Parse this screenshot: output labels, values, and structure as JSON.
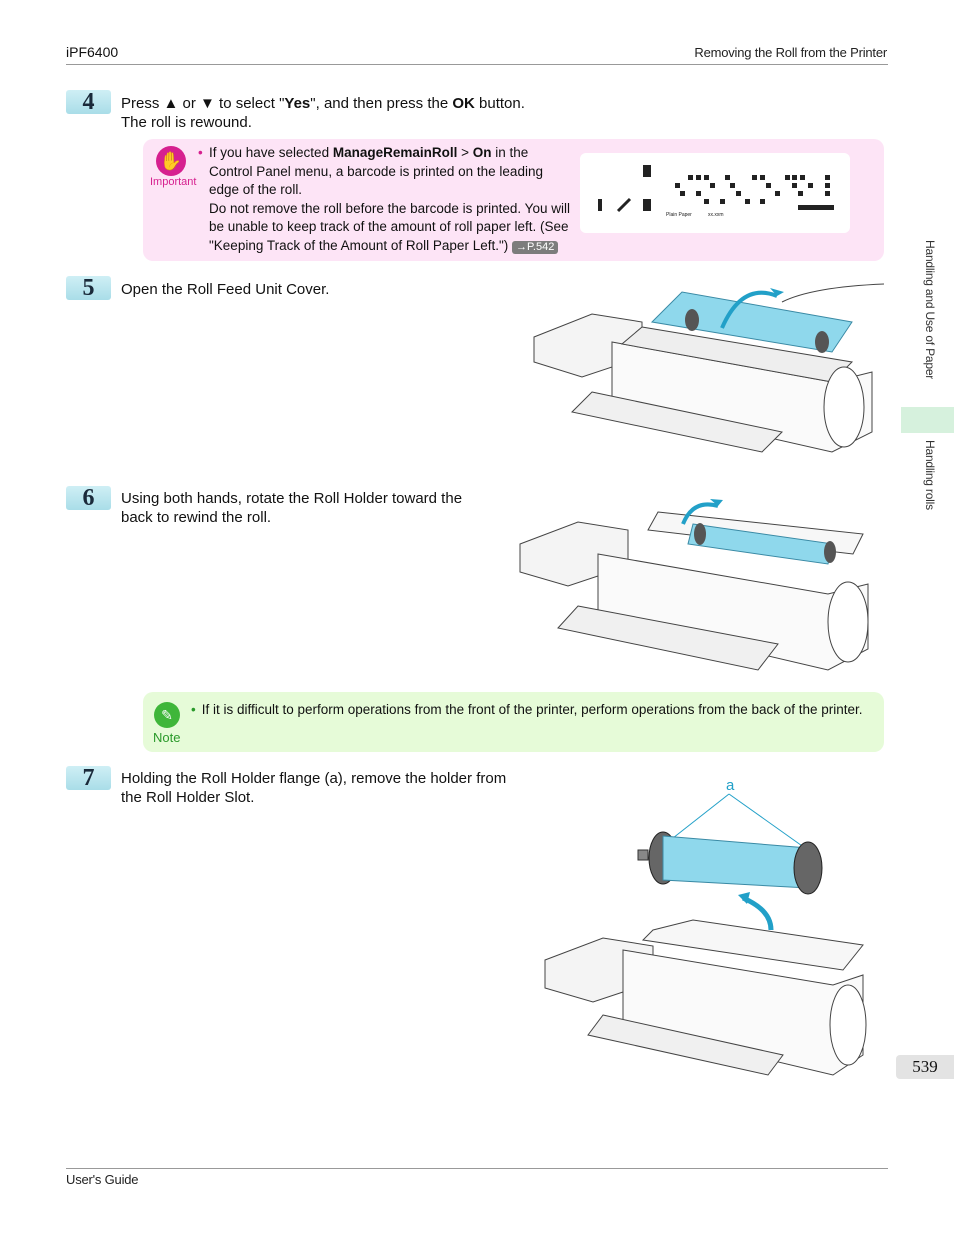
{
  "header": {
    "model": "iPF6400",
    "section": "Removing the Roll from the Printer"
  },
  "steps": {
    "s4": {
      "num": "4",
      "line1_a": "Press ▲ or ▼ to select \"",
      "line1_b": "Yes",
      "line1_c": "\", and then press the ",
      "line1_d": "OK",
      "line1_e": " button.",
      "line2": "The roll is rewound."
    },
    "s5": {
      "num": "5",
      "text": "Open the Roll Feed Unit Cover."
    },
    "s6": {
      "num": "6",
      "line1": "Using both hands, rotate the Roll Holder toward the",
      "line2": "back to rewind the roll."
    },
    "s7": {
      "num": "7",
      "line1": "Holding the Roll Holder flange (a), remove the holder from",
      "line2": "the Roll Holder Slot.",
      "callout": "a"
    }
  },
  "important": {
    "label": "Important",
    "p1": "If you have selected ",
    "p2": "ManageRemainRoll",
    "p3": " > ",
    "p4": "On",
    "p5": " in the Control Panel menu, a barcode is printed on the leading edge of the roll.",
    "p6": "Do not remove the roll before the barcode is printed. You will be unable to keep track of the amount of roll paper left.  (See \"Keeping Track of the Amount of Roll Paper Left.\") ",
    "page_ref": "→P.542",
    "barcode_caption_1": "Plain Paper",
    "barcode_caption_2": "xx.xxm"
  },
  "note": {
    "label": "Note",
    "text": "If it is difficult to perform operations from the front of the printer, perform operations from the back of the printer."
  },
  "sidebar": {
    "tab1": "Handling and Use of Paper",
    "tab2": "Handling rolls",
    "page": "539"
  },
  "footer": {
    "guide": "User's Guide"
  },
  "colors": {
    "important": "#d6208f",
    "note": "#3fb63a",
    "roll": "#8fd8ec",
    "step_badge": "#b7e4ee"
  }
}
